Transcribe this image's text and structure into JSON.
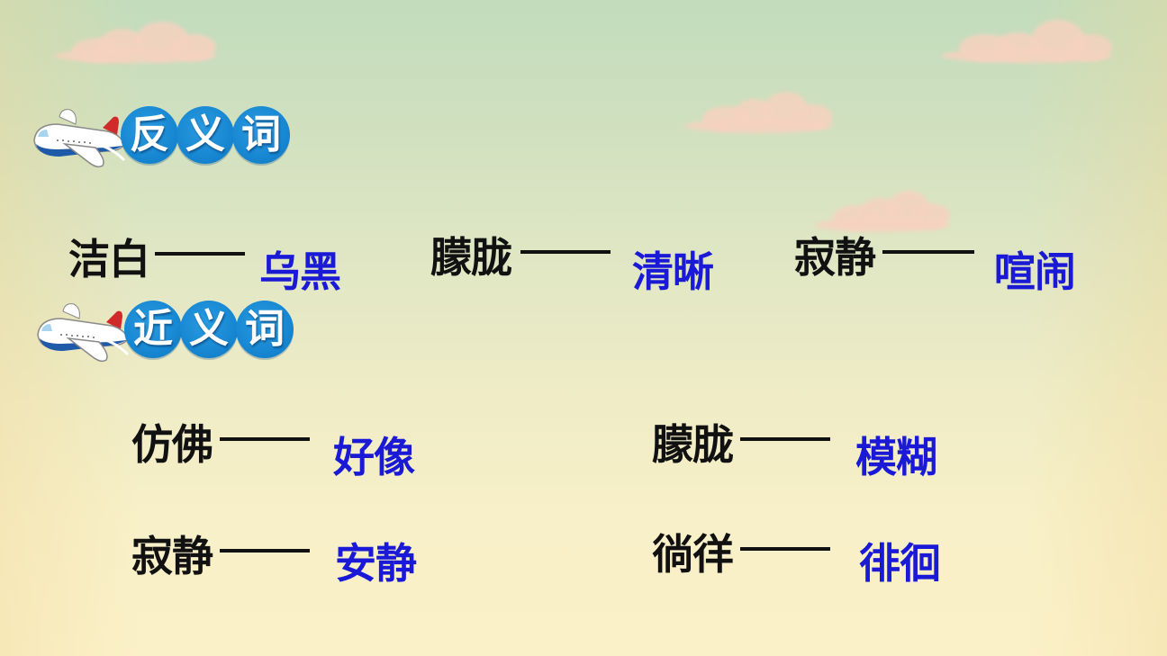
{
  "sections": {
    "antonyms": {
      "title_chars": [
        "反",
        "义",
        "词"
      ],
      "pairs": [
        {
          "term": "洁白",
          "dash": "——",
          "answer": "乌黑"
        },
        {
          "term": "朦胧",
          "dash": "——",
          "answer": "清晰"
        },
        {
          "term": "寂静",
          "dash": "——",
          "answer": "喧闹"
        }
      ]
    },
    "synonyms": {
      "title_chars": [
        "近",
        "义",
        "词"
      ],
      "pairs": [
        {
          "term": "仿佛",
          "dash": "——",
          "answer": "好像"
        },
        {
          "term": "朦胧",
          "dash": "——",
          "answer": "模糊"
        },
        {
          "term": "寂静",
          "dash": "——",
          "answer": "安静"
        },
        {
          "term": "徜徉",
          "dash": "——",
          "answer": "徘徊"
        }
      ]
    }
  },
  "colors": {
    "term_text": "#111111",
    "answer_text": "#1a1ad6",
    "badge_blue": "#1787d2",
    "badge_text": "#ffffff",
    "plane_tail": "#d02a2a",
    "plane_stripe": "#1e5aa8"
  },
  "icons": {
    "header_decoration": "airplane-icon"
  }
}
